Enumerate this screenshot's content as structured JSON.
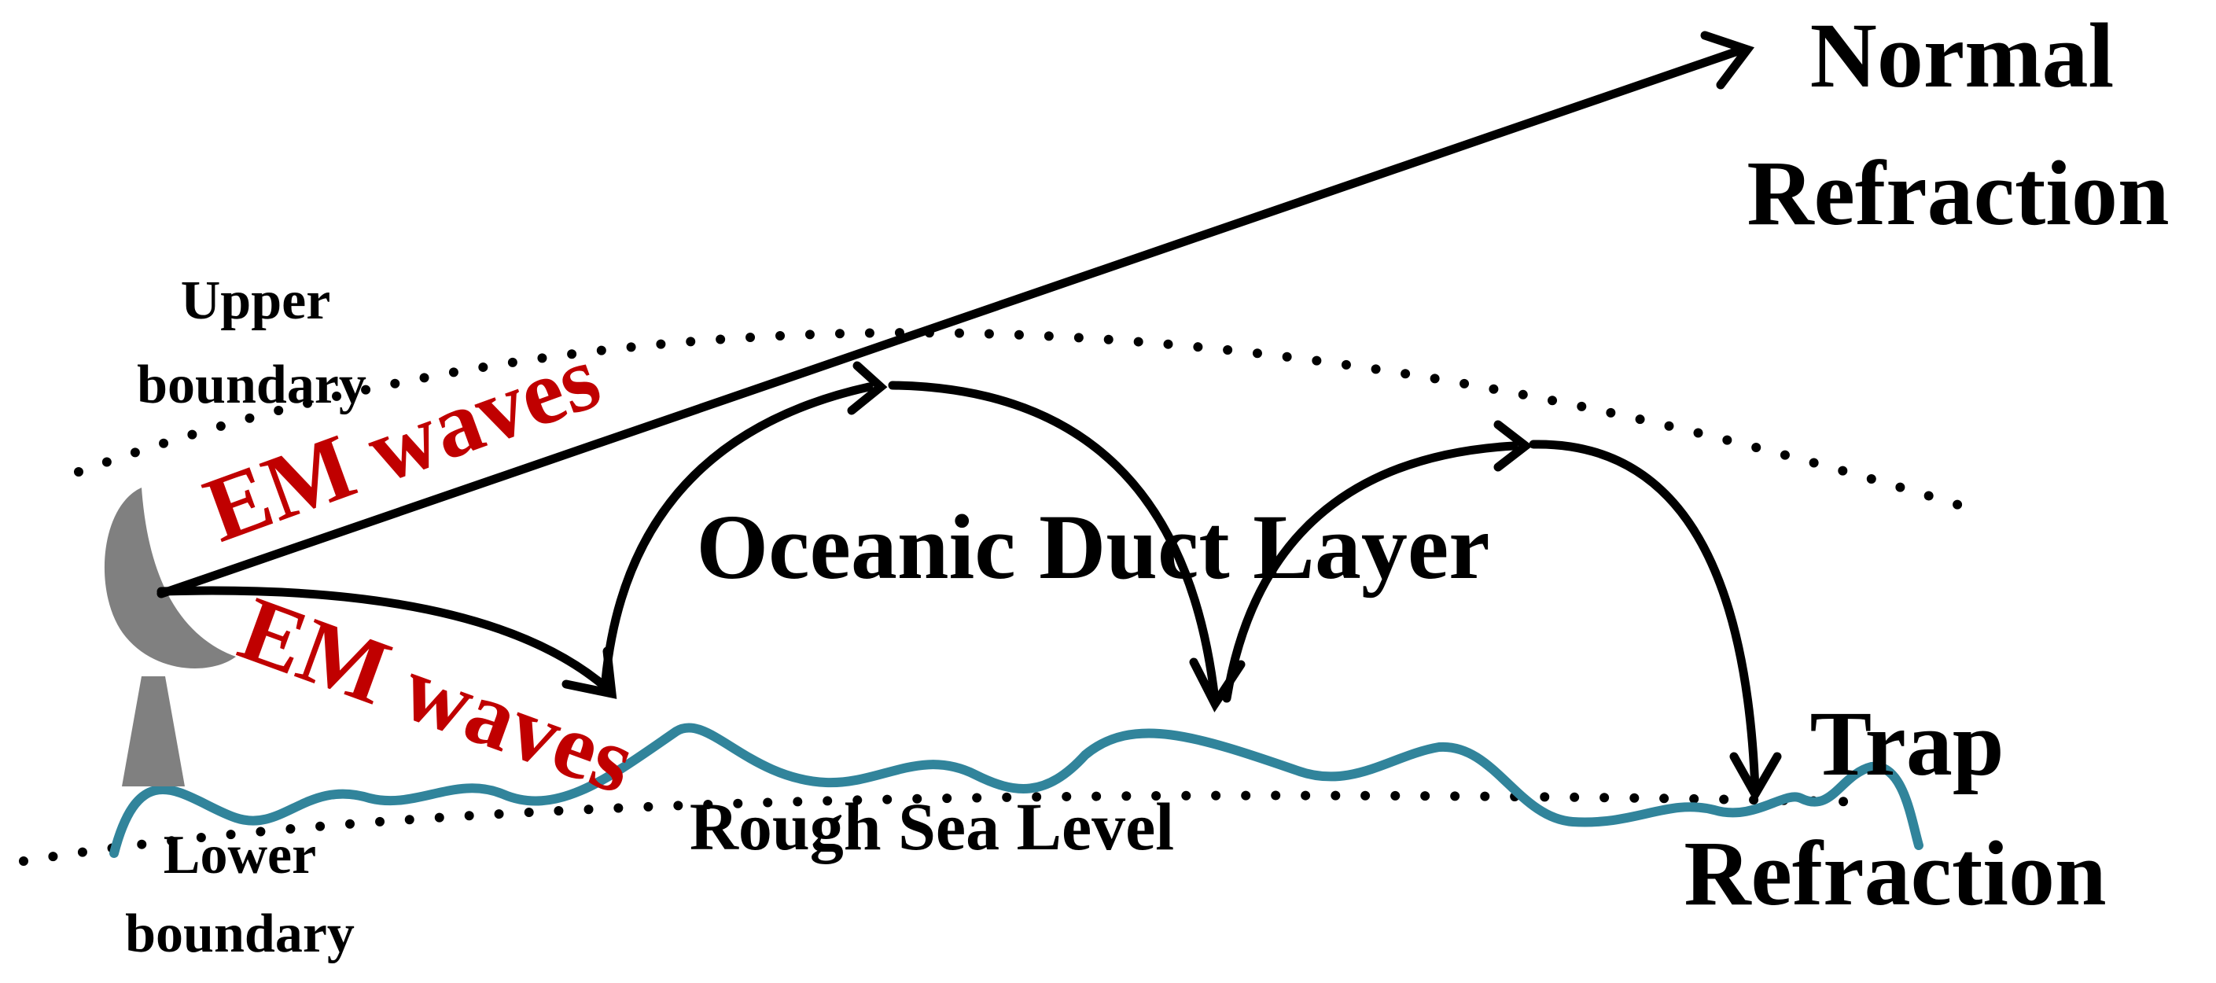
{
  "labels": {
    "normal_line1": "Normal",
    "normal_line2": "Refraction",
    "upper_line1": "Upper",
    "upper_line2": "boundary",
    "em_waves_upper": "EM waves",
    "em_waves_lower": "EM waves",
    "duct_layer": "Oceanic Duct Layer",
    "rough_sea": "Rough Sea Level",
    "lower_line1": "Lower",
    "lower_line2": "boundary",
    "trap_line1": "Trap",
    "trap_line2": "Refraction"
  },
  "colors": {
    "em_text": "#c00000",
    "sea_wave": "#31849b",
    "antenna": "#808080",
    "arrows": "#000000"
  },
  "icons": {
    "antenna": "radar-dish-icon"
  }
}
